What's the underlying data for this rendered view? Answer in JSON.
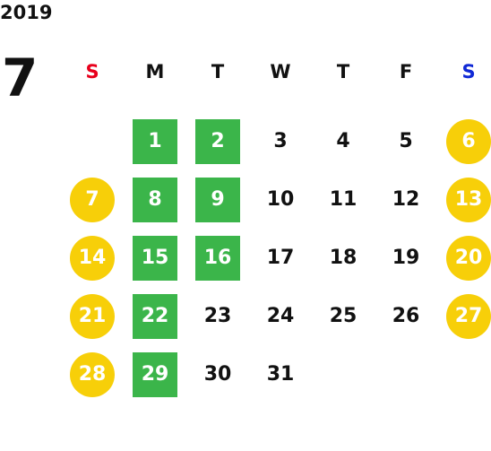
{
  "calendar": {
    "year": "2019",
    "month": "7",
    "weekdays": [
      {
        "label": "S",
        "color": "#e8001c"
      },
      {
        "label": "M",
        "color": "#111111"
      },
      {
        "label": "T",
        "color": "#111111"
      },
      {
        "label": "W",
        "color": "#111111"
      },
      {
        "label": "T",
        "color": "#111111"
      },
      {
        "label": "F",
        "color": "#111111"
      },
      {
        "label": "S",
        "color": "#1029d6"
      }
    ],
    "colors": {
      "highlight_green": "#3bb54a",
      "highlight_yellow": "#f7cf09"
    },
    "weeks": [
      [
        {
          "day": "",
          "style": "none"
        },
        {
          "day": "1",
          "style": "green"
        },
        {
          "day": "2",
          "style": "green"
        },
        {
          "day": "3",
          "style": "none"
        },
        {
          "day": "4",
          "style": "none"
        },
        {
          "day": "5",
          "style": "none"
        },
        {
          "day": "6",
          "style": "yellow"
        }
      ],
      [
        {
          "day": "7",
          "style": "yellow"
        },
        {
          "day": "8",
          "style": "green"
        },
        {
          "day": "9",
          "style": "green"
        },
        {
          "day": "10",
          "style": "none"
        },
        {
          "day": "11",
          "style": "none"
        },
        {
          "day": "12",
          "style": "none"
        },
        {
          "day": "13",
          "style": "yellow"
        }
      ],
      [
        {
          "day": "14",
          "style": "yellow"
        },
        {
          "day": "15",
          "style": "green"
        },
        {
          "day": "16",
          "style": "green"
        },
        {
          "day": "17",
          "style": "none"
        },
        {
          "day": "18",
          "style": "none"
        },
        {
          "day": "19",
          "style": "none"
        },
        {
          "day": "20",
          "style": "yellow"
        }
      ],
      [
        {
          "day": "21",
          "style": "yellow"
        },
        {
          "day": "22",
          "style": "green"
        },
        {
          "day": "23",
          "style": "none"
        },
        {
          "day": "24",
          "style": "none"
        },
        {
          "day": "25",
          "style": "none"
        },
        {
          "day": "26",
          "style": "none"
        },
        {
          "day": "27",
          "style": "yellow"
        }
      ],
      [
        {
          "day": "28",
          "style": "yellow"
        },
        {
          "day": "29",
          "style": "green"
        },
        {
          "day": "30",
          "style": "none"
        },
        {
          "day": "31",
          "style": "none"
        },
        {
          "day": "",
          "style": "none"
        },
        {
          "day": "",
          "style": "none"
        },
        {
          "day": "",
          "style": "none"
        }
      ]
    ]
  }
}
